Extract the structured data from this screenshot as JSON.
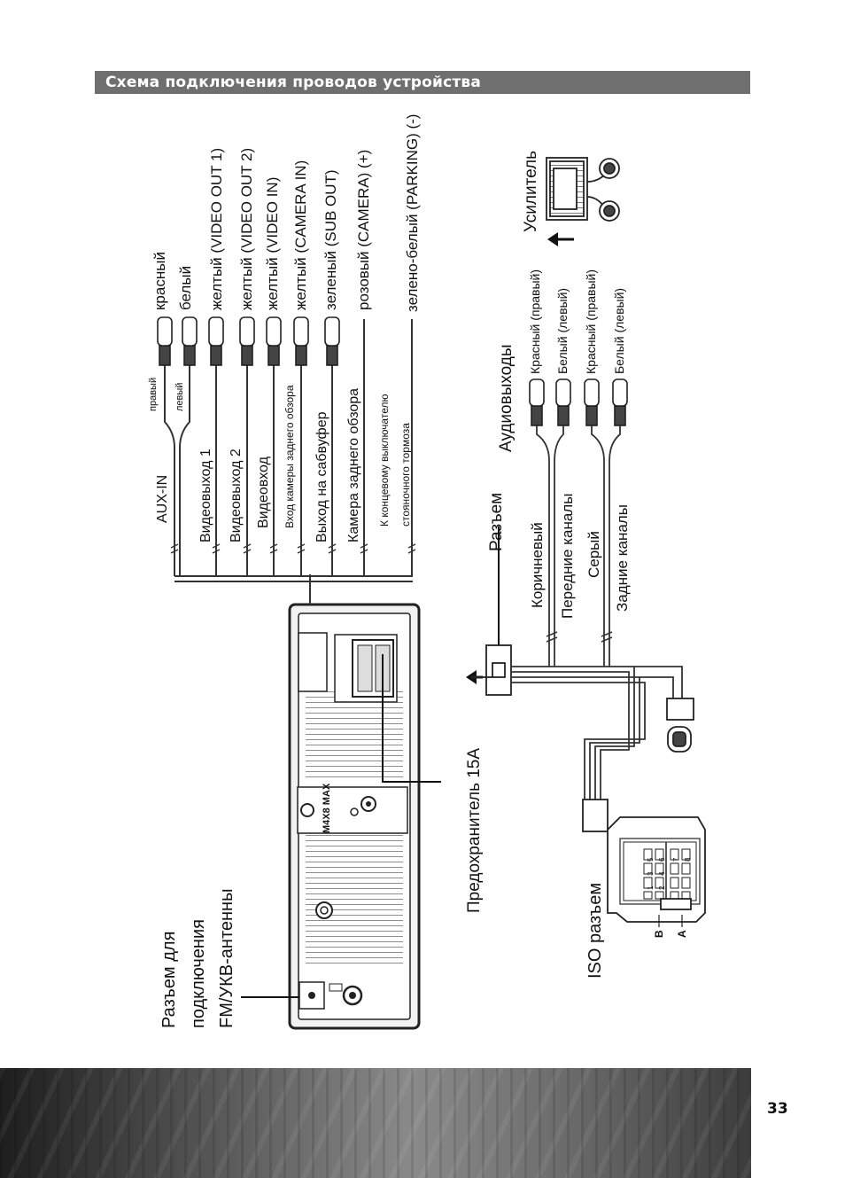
{
  "header": {
    "title": "Схема подключения проводов устройства"
  },
  "rca_top": {
    "aux_in": "AUX-IN",
    "pravyi": "правый",
    "levyi": "левый",
    "krasnyi": "красный",
    "belyi": "белый",
    "video_out_1_color": "желтый (VIDEO OUT 1)",
    "video_out_2_color": "желтый (VIDEO OUT 2)",
    "video_in_color": "желтый (VIDEO IN)",
    "camera_in_color": "желтый (CAMERA IN)",
    "sub_out_color": "зеленый (SUB OUT)",
    "camera_power_color": "розовый (CAMERA) (+)",
    "parking_color": "зелено-белый (PARKING) (-)",
    "video_out_1": "Видеовыход 1",
    "video_out_2": "Видеовыход 2",
    "video_in": "Видеовход",
    "camera_in": "Вход камеры заднего обзора",
    "sub_out": "Выход на сабвуфер",
    "camera_power": "Камера заднего обзора",
    "parking_1": "К концевому выключателю",
    "parking_2": "стояночного тормоза"
  },
  "antenna": {
    "line1": "Разъем для",
    "line2": "подключения",
    "line3": "FM/УКВ-антенны"
  },
  "fuse": {
    "label": "Предохранитель 15А"
  },
  "unit": {
    "marking": "M4X8 MAX"
  },
  "iso": {
    "label": "ISO разъем",
    "pin_a": "A",
    "pin_b": "B",
    "pins": [
      "1",
      "2",
      "3",
      "4",
      "5",
      "6",
      "7",
      "8"
    ]
  },
  "connector": {
    "label": "Разъем"
  },
  "audio": {
    "title": "Аудиовыходы",
    "front_wire": "Коричневый",
    "front": "Передние каналы",
    "rear_wire": "Серый",
    "rear": "Задние каналы",
    "front_right": "Красный (правый)",
    "front_left": "Белый (левый)",
    "rear_right": "Красный (правый)",
    "rear_left": "Белый (левый)"
  },
  "amplifier": {
    "label": "Усилитель"
  },
  "page": {
    "number": "33"
  }
}
